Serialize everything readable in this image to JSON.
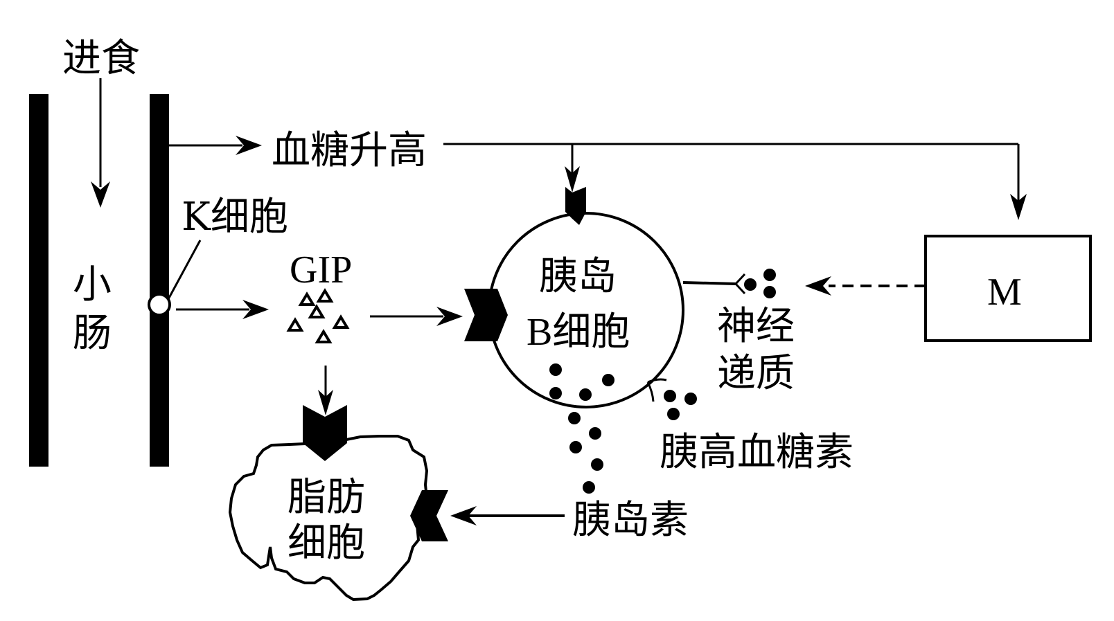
{
  "diagram": {
    "title": "",
    "nodes": {
      "eating": "进食",
      "small_intestine": [
        "小",
        "肠"
      ],
      "k_cell": "K细胞",
      "blood_sugar_rise": "血糖升高",
      "gip": "GIP",
      "islet_b_cell": [
        "胰岛",
        "B细胞"
      ],
      "neurotransmitter": [
        "神经",
        "递质"
      ],
      "m_box": "M",
      "glucagon": "胰高血糖素",
      "insulin": "胰岛素",
      "fat_cell": [
        "脂肪",
        "细胞"
      ]
    },
    "edges": [
      {
        "from": "eating",
        "to": "small_intestine",
        "style": "solid"
      },
      {
        "from": "small_intestine",
        "to": "blood_sugar_rise",
        "style": "solid"
      },
      {
        "from": "blood_sugar_rise",
        "to": "islet_b_cell",
        "style": "solid"
      },
      {
        "from": "blood_sugar_rise",
        "to": "m_box",
        "style": "solid"
      },
      {
        "from": "k_cell",
        "to": "gip",
        "style": "solid"
      },
      {
        "from": "gip",
        "to": "islet_b_cell",
        "style": "solid"
      },
      {
        "from": "gip",
        "to": "fat_cell",
        "style": "solid"
      },
      {
        "from": "m_box",
        "to": "neurotransmitter",
        "style": "dashed"
      },
      {
        "from": "insulin",
        "to": "fat_cell",
        "style": "solid"
      }
    ],
    "colors": {
      "ink": "#000000",
      "background": "#ffffff"
    }
  }
}
